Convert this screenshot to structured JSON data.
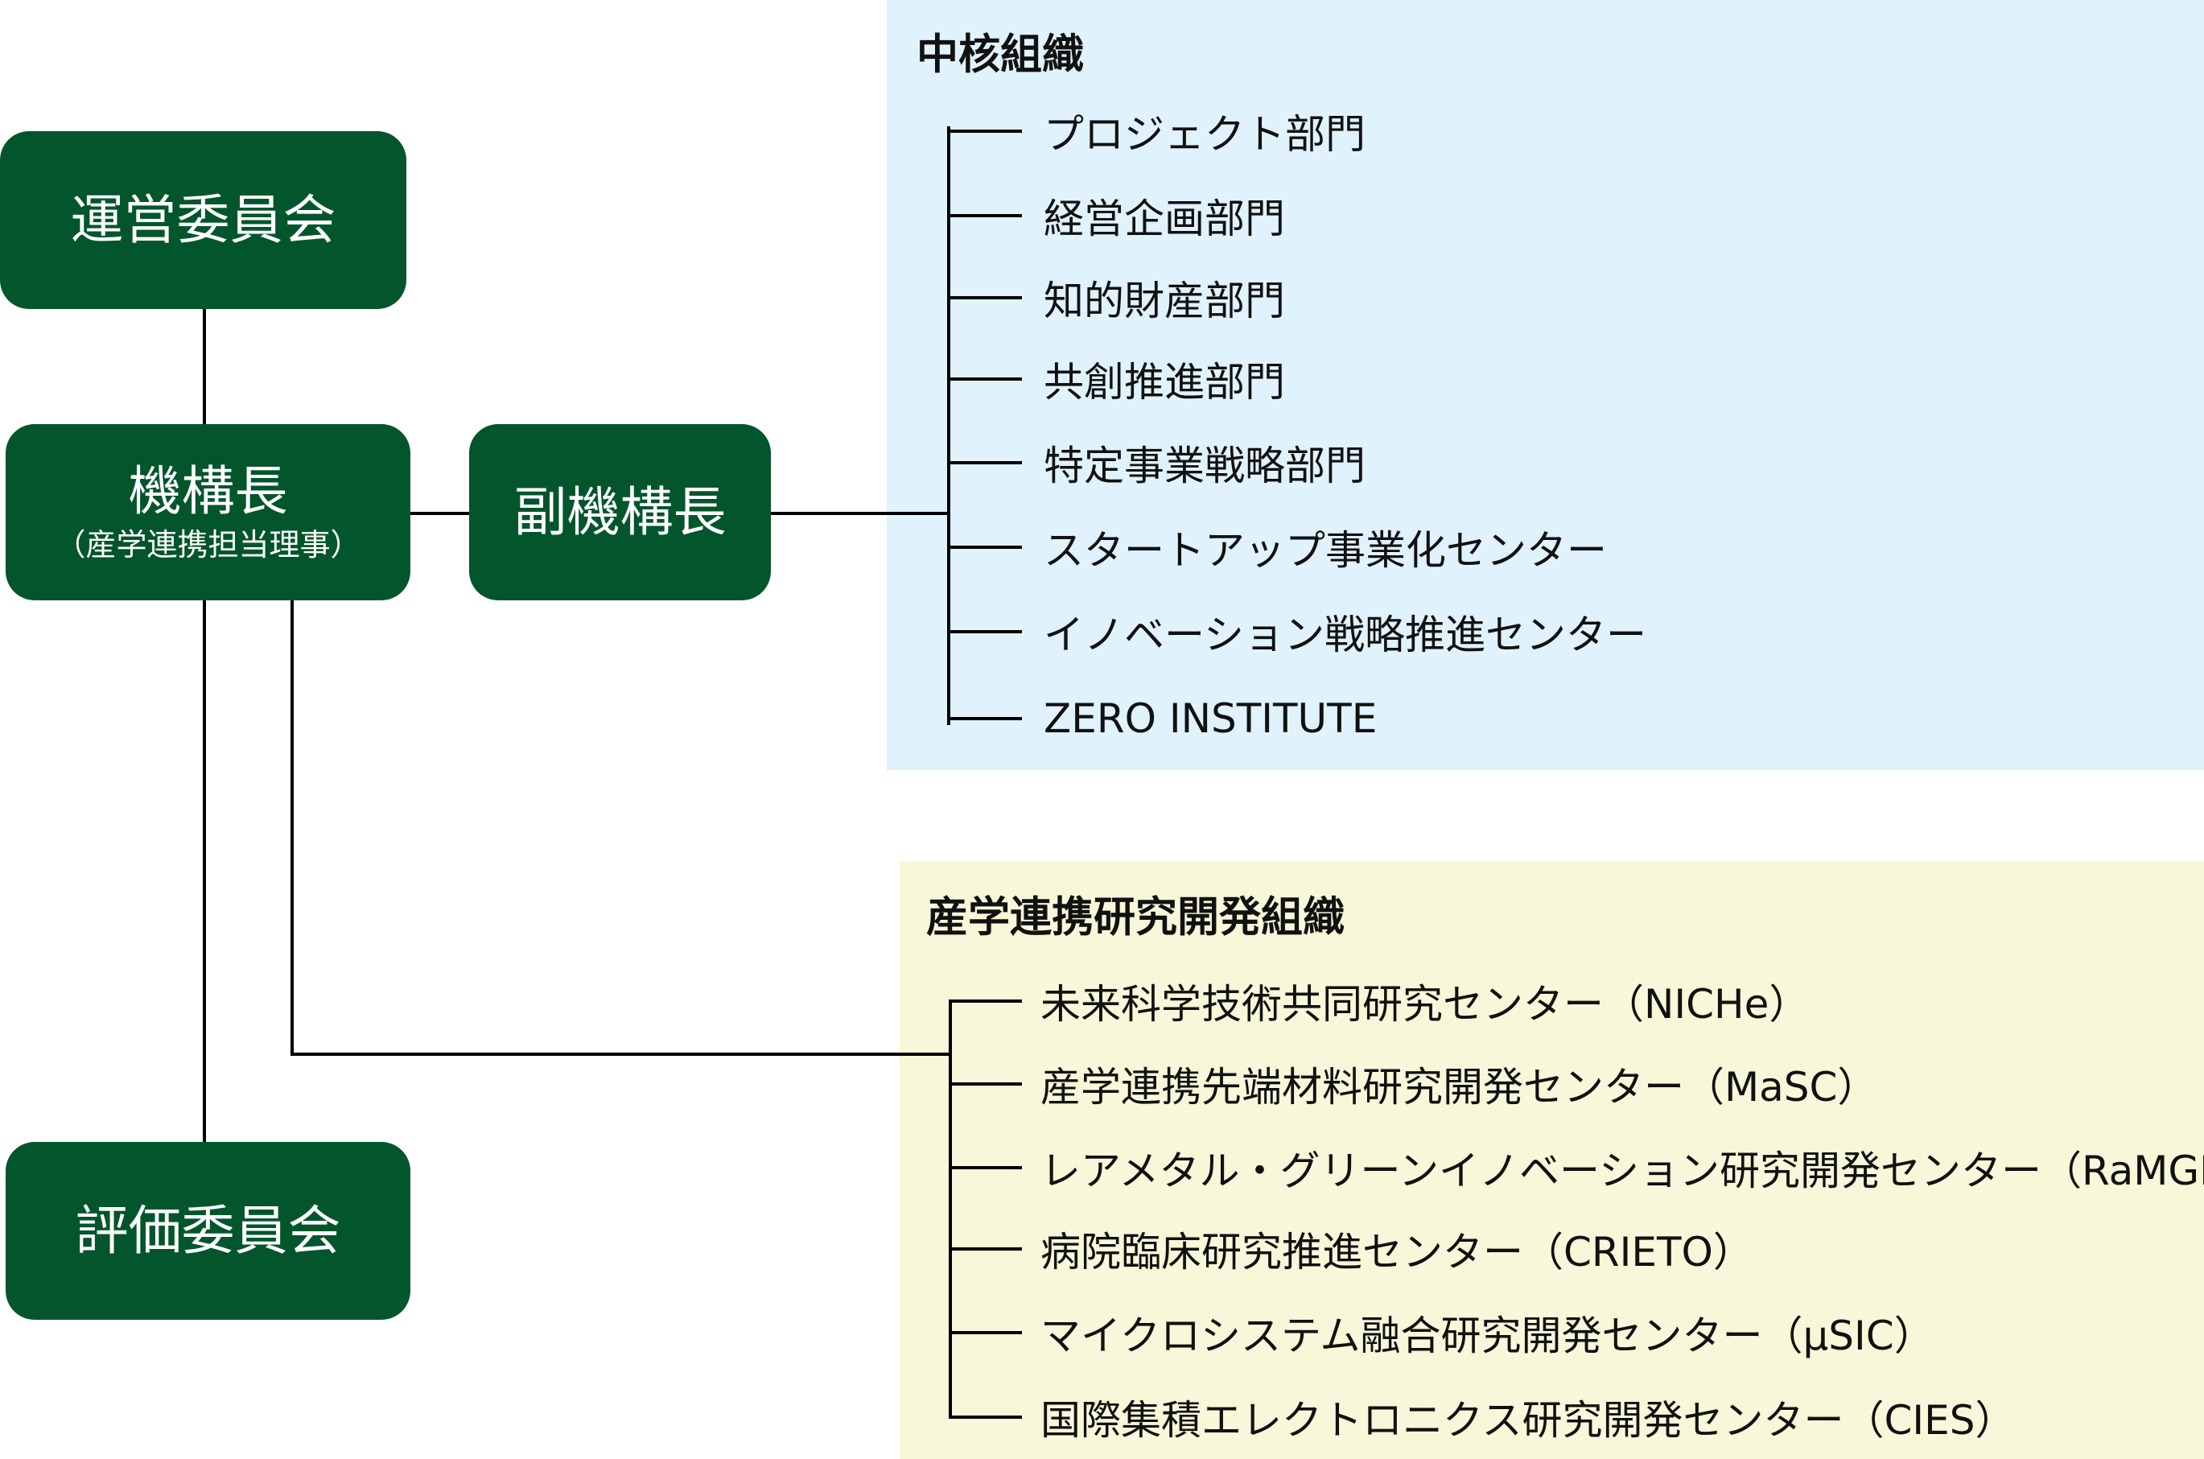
{
  "colors": {
    "box": "#03562c",
    "core_panel": "#e0f2fc",
    "research_panel": "#f7f7d9"
  },
  "boxes": {
    "steering": "運営委員会",
    "director": "機構長",
    "director_sub": "（産学連携担当理事）",
    "vice_director": "副機構長",
    "evaluation": "評価委員会"
  },
  "core": {
    "title": "中核組織",
    "items": [
      "プロジェクト部門",
      "経営企画部門",
      "知的財産部門",
      "共創推進部門",
      "特定事業戦略部門",
      "スタートアップ事業化センター",
      "イノベーション戦略推進センター",
      "ZERO INSTITUTE"
    ]
  },
  "research": {
    "title": "産学連携研究開発組織",
    "items": [
      "未来科学技術共同研究センター（NICHe）",
      "産学連携先端材料研究開発センター（MaSC）",
      "レアメタル・グリーンイノベーション研究開発センター（RaMGI）",
      "病院臨床研究推進センター（CRIETO）",
      "マイクロシステム融合研究開発センター（µSIC）",
      "国際集積エレクトロニクス研究開発センター（CIES）"
    ]
  }
}
